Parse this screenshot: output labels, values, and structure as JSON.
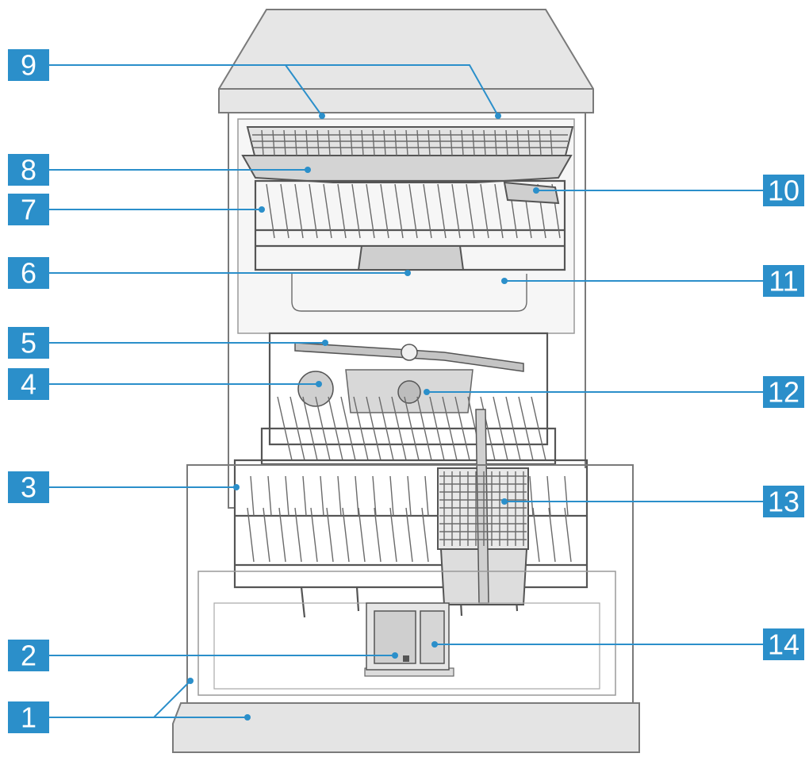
{
  "callouts": [
    {
      "num": "1"
    },
    {
      "num": "2"
    },
    {
      "num": "3"
    },
    {
      "num": "4"
    },
    {
      "num": "5"
    },
    {
      "num": "6"
    },
    {
      "num": "7"
    },
    {
      "num": "8"
    },
    {
      "num": "9"
    },
    {
      "num": "10"
    },
    {
      "num": "11"
    },
    {
      "num": "12"
    },
    {
      "num": "13"
    },
    {
      "num": "14"
    }
  ],
  "colors": {
    "callout_fill": "#2b8fca",
    "callout_text": "#ffffff",
    "appliance_body": "#ececec",
    "appliance_outline": "#7a7a7a"
  }
}
